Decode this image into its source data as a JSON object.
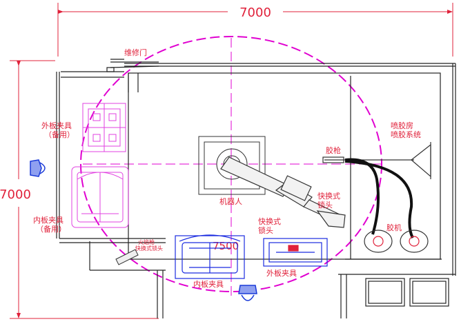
{
  "dimensions": {
    "top": "7000",
    "left": "7000",
    "reach": "7500"
  },
  "labels": {
    "maintenance_door": "维修门",
    "outer_fixture_spare_l1": "外板夹具",
    "outer_fixture_spare_l2": "（备用）",
    "inner_fixture_spare_l1": "内板夹具",
    "inner_fixture_spare_l2": "（备用）",
    "robot": "机器人",
    "spray_room_l1": "喷胶房",
    "spray_room_l2": "喷胶系统",
    "glue_gun": "胶枪",
    "quick_change_lock_l1": "快换式",
    "quick_change_lock_l2": "锁头",
    "quick_change_lock2_l1": "快换式",
    "quick_change_lock2_l2": "锁头",
    "glue_machine": "胶机",
    "fire_gun_l1": "火焰枪",
    "fire_gun_l2": "快换式锁头",
    "inner_fixture": "内板夹具",
    "outer_fixture": "外板夹具"
  },
  "colors": {
    "dimension": "#e0213a",
    "reach_circle": "#e000d0",
    "outer_fixture": "#e040e0",
    "inner_fixture": "#1a2be0",
    "robot": "#333333",
    "operator": "#1a3ad8"
  }
}
